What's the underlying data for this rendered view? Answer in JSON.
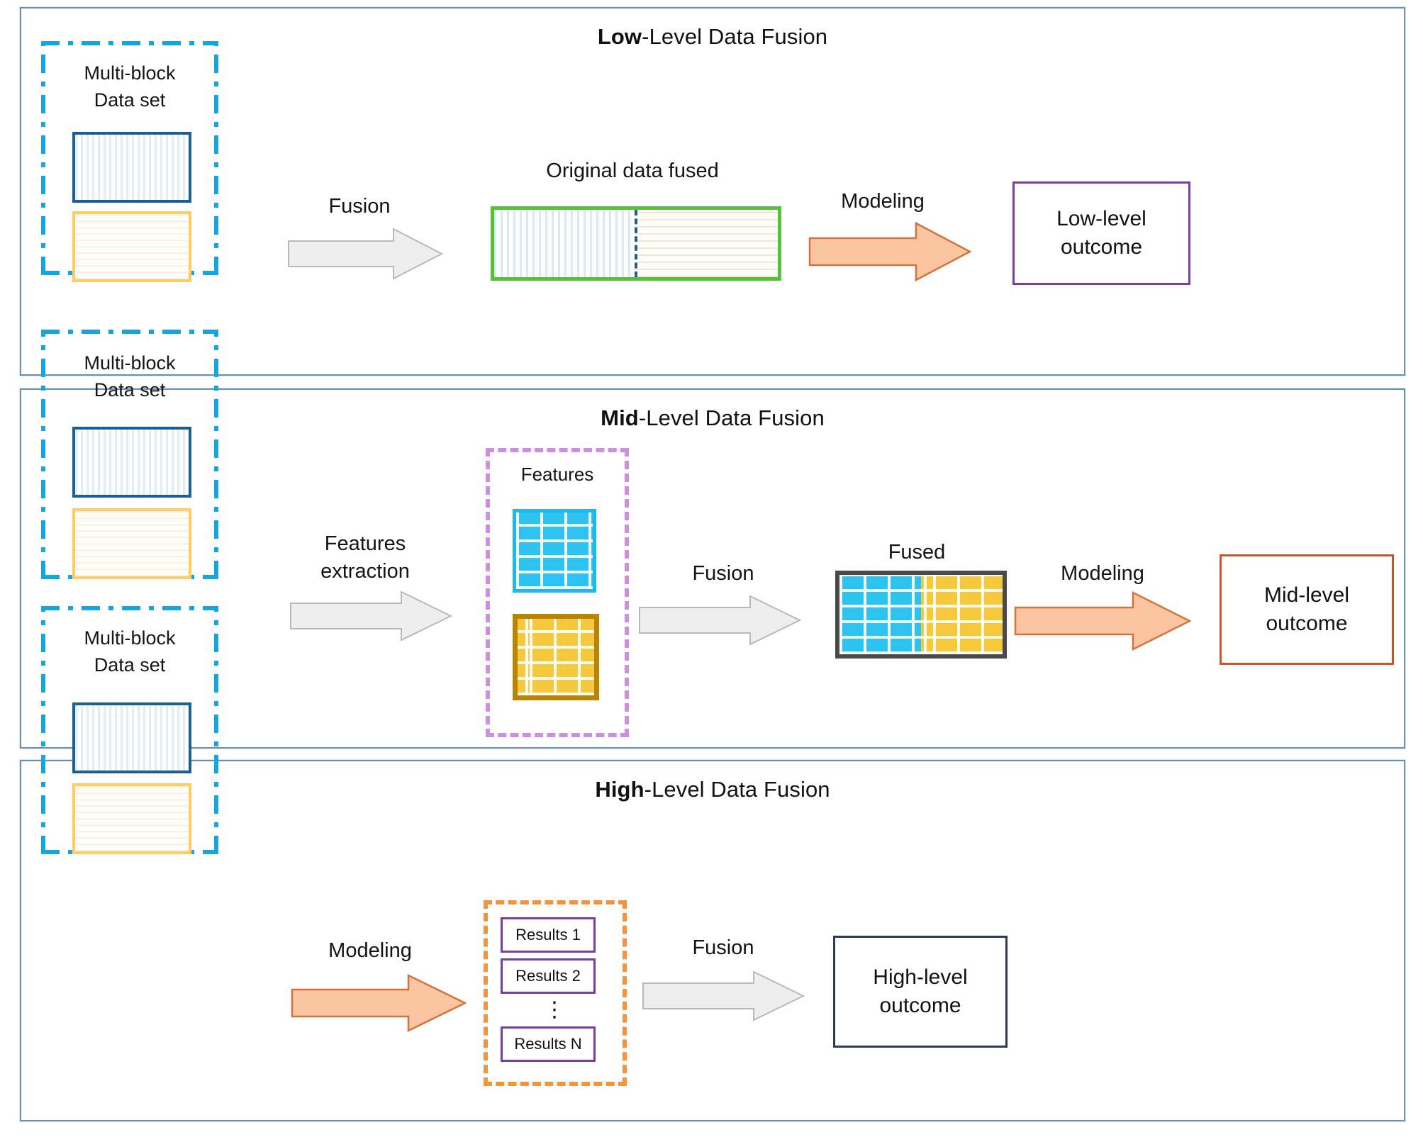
{
  "panels": [
    {
      "id": "low",
      "title_bold": "Low",
      "title_rest": "-Level Data Fusion",
      "multiblock_label_line1": "Multi-block",
      "multiblock_label_line2": "Data set",
      "step1_label": "Fusion",
      "fused_caption": "Original data fused",
      "step2_label": "Modeling",
      "outcome_line1": "Low-level",
      "outcome_line2": "outcome"
    },
    {
      "id": "mid",
      "title_bold": "Mid",
      "title_rest": "-Level Data Fusion",
      "multiblock_label_line1": "Multi-block",
      "multiblock_label_line2": "Data set",
      "step1_label_line1": "Features",
      "step1_label_line2": "extraction",
      "features_caption": "Features",
      "step2_label": "Fusion",
      "fused_caption": "Fused",
      "step3_label": "Modeling",
      "outcome_line1": "Mid-level",
      "outcome_line2": "outcome"
    },
    {
      "id": "high",
      "title_bold": "High",
      "title_rest": "-Level Data Fusion",
      "multiblock_label_line1": "Multi-block",
      "multiblock_label_line2": "Data set",
      "step1_label": "Modeling",
      "results": [
        "Results 1",
        "Results 2",
        "Results N"
      ],
      "results_ellipsis": "⋮",
      "step2_label": "Fusion",
      "outcome_line1": "High-level",
      "outcome_line2": "outcome"
    }
  ],
  "colors": {
    "panel_border": "#6e8faf",
    "multiblock_dash": "#17a5e0",
    "block_blue_border": "#1d5f91",
    "block_yellow_border": "#ffcc66",
    "fused_green_border": "#57c13a",
    "features_dash": "#cf8fe0",
    "brick_cyan": "#2cc3f0",
    "brick_gold": "#f6c83c",
    "brick_gold_border": "#bb8400",
    "fused_gray_border": "#4a4a4a",
    "results_dash": "#f0943f",
    "arrow_gray_fill": "#eeeeee",
    "arrow_gray_stroke": "#b9b9b9",
    "arrow_orange_fill": "#fbc5a1",
    "arrow_orange_stroke": "#d2733f",
    "outcome_low_border": "#7a3f9d",
    "outcome_mid_border": "#c1572b",
    "outcome_high_border": "#2b3a5c"
  }
}
